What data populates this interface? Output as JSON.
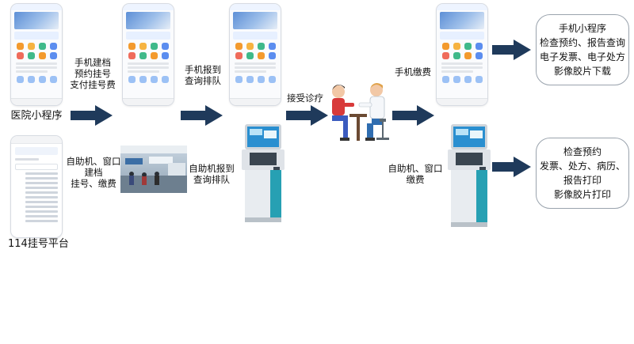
{
  "labels": {
    "app": "医院小程序",
    "platform": "114挂号平台",
    "mobile_register": [
      "手机建档",
      "预约挂号",
      "支付挂号费"
    ],
    "window_register": [
      "自助机、窗口",
      "建档",
      "挂号、缴费"
    ],
    "mobile_checkin": [
      "手机报到",
      "查询排队"
    ],
    "kiosk_checkin": [
      "自助机报到",
      "查询排队"
    ],
    "consult": "接受诊疗",
    "mobile_pay": "手机缴费",
    "kiosk_pay": [
      "自助机、窗口",
      "缴费"
    ]
  },
  "boxes": {
    "mini_program": [
      "手机小程序",
      "检查预约、报告查询",
      "电子发票、电子处方",
      "影像胶片下载"
    ],
    "self_service": [
      "检查预约",
      "发票、处方、病历、",
      "报告打印",
      "影像胶片打印"
    ]
  },
  "colors": {
    "arrow": "#1f3a5b",
    "accent": "#2f6fd0",
    "kiosk_teal": "#27a0b3"
  }
}
